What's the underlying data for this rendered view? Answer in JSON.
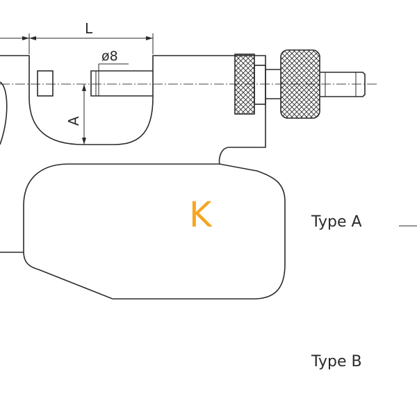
{
  "dimensions": {
    "length_label": "L",
    "diameter_label": "ø8",
    "height_label": "A"
  },
  "body_mark": {
    "letter": "K",
    "color": "#f5a623"
  },
  "types": [
    {
      "label": "Type A"
    },
    {
      "label": "Type B"
    }
  ],
  "line_color": "#2a2a2a"
}
